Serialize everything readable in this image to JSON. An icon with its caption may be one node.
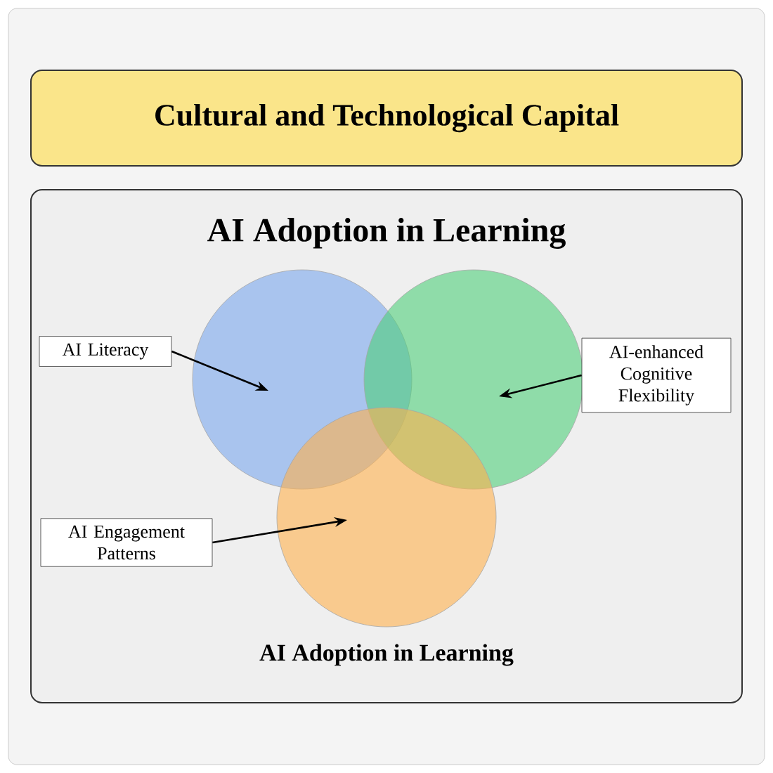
{
  "diagram": {
    "nodes": [
      {
        "text": [
          "Cultural and Technological Capital"
        ]
      },
      {
        "text": [
          "AI Adoption in Learning",
          "AI Adoption in Learning"
        ]
      },
      {
        "text": [],
        "shape": "circle",
        "in": 1
      },
      {
        "text": [],
        "shape": "circle",
        "in": 1
      },
      {
        "text": [],
        "shape": "circle",
        "in": 1
      },
      {
        "text": [
          "AI Literacy"
        ],
        "in": 1
      },
      {
        "text": [
          "AI-enhanced Cognitive Flexibility"
        ],
        "in": 1
      },
      {
        "text": [
          "AI Engagement Patterns"
        ],
        "in": 1
      }
    ],
    "edges": [
      {
        "from": 5,
        "to": 2,
        "arrow": "to"
      },
      {
        "from": 6,
        "to": 3,
        "arrow": "to"
      },
      {
        "from": 7,
        "to": 4,
        "arrow": "to"
      }
    ]
  }
}
